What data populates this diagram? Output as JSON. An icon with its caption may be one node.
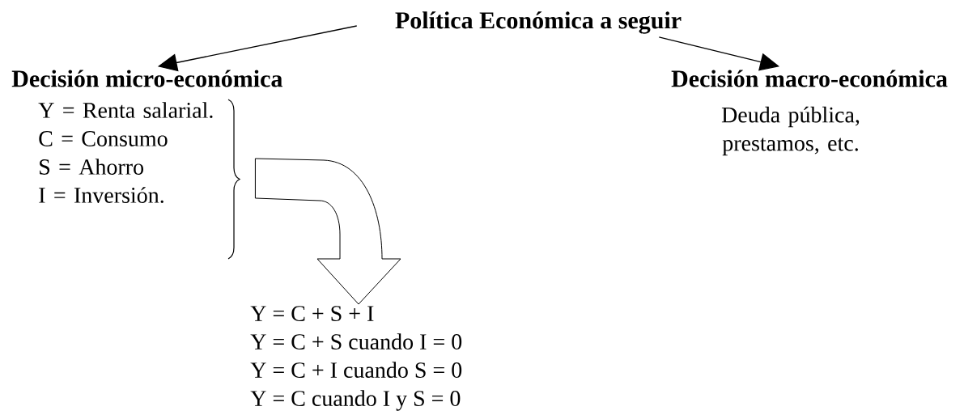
{
  "diagram": {
    "nodes": [
      {
        "text": [
          "Política Económica a seguir"
        ]
      },
      {
        "text": [
          "Decisión micro-económica"
        ]
      },
      {
        "text": [
          "Y = Renta salarial.",
          "C = Consumo",
          "S = Ahorro",
          "I = Inversión."
        ]
      },
      {
        "text": [
          "Decisión macro-económica"
        ]
      },
      {
        "text": [
          "Deuda pública, prestamos, etc."
        ]
      },
      {
        "text": [
          "Y = C + S + I",
          "Y = C + S   cuando   I = 0",
          "Y = C + I   cuando  S = 0",
          "Y = C   cuando  I y S = 0"
        ]
      }
    ],
    "edges": [
      {
        "from": 0,
        "to": 1,
        "arrow": "to"
      },
      {
        "from": 0,
        "to": 3,
        "arrow": "to"
      },
      {
        "from": 2,
        "to": 5,
        "arrow": "to"
      }
    ]
  }
}
